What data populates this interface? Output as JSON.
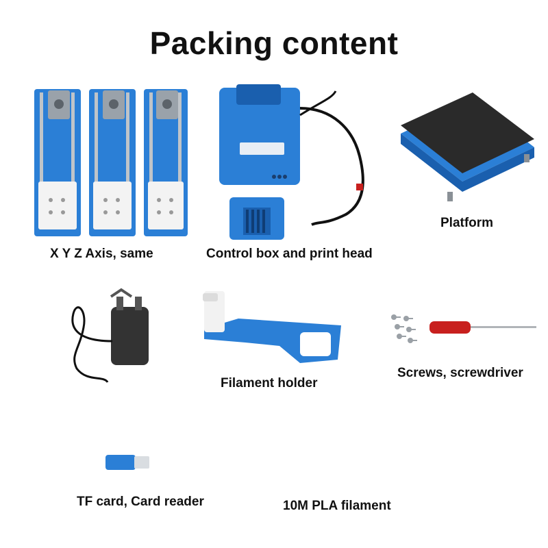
{
  "title": "Packing content",
  "items": [
    {
      "label": "X Y Z Axis, same",
      "icon": "axis-modules-image"
    },
    {
      "label": "Control box and print head",
      "icon": "control-box-image"
    },
    {
      "label": "Platform",
      "icon": "platform-image"
    },
    {
      "label": "Filament holder",
      "icon": "filament-holder-image"
    },
    {
      "label": "Screws, screwdriver",
      "icon": "screwdriver-image"
    },
    {
      "label": "TF card, Card reader",
      "icon": "card-reader-image"
    },
    {
      "label": "10M PLA filament",
      "icon": "filament-image"
    }
  ],
  "colors": {
    "part_blue": "#2b7fd6",
    "dark_blue": "#1a5fae",
    "bed_black": "#2a2a2a",
    "screwdriver_red": "#c8201e"
  }
}
